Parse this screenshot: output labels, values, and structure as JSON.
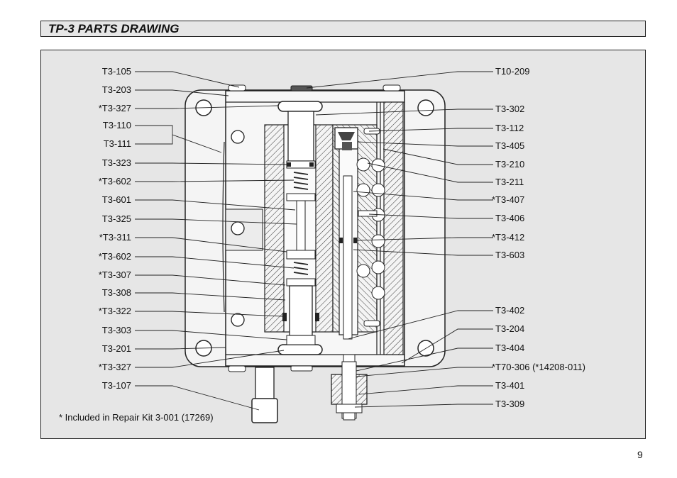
{
  "header": {
    "title": "TP-3 PARTS DRAWING"
  },
  "diagram": {
    "left_labels": [
      "T3-105",
      "T3-203",
      "*T3-327",
      "T3-110",
      "T3-111",
      "T3-323",
      "*T3-602",
      "T3-601",
      "T3-325",
      "*T3-311",
      "*T3-602",
      "*T3-307",
      "T3-308",
      "*T3-322",
      "T3-303",
      "T3-201",
      "*T3-327",
      "T3-107"
    ],
    "right_labels": [
      "T10-209",
      "T3-302",
      "T3-112",
      "T3-405",
      "T3-210",
      "T3-211",
      "*T3-407",
      "T3-406",
      "*T3-412",
      "T3-603",
      "T3-402",
      "T3-204",
      "T3-404",
      "*T70-306 (*14208-011)",
      "T3-401",
      "T3-309"
    ],
    "footnote": "* Included in Repair Kit 3-001 (17269)"
  },
  "page_number": "9"
}
